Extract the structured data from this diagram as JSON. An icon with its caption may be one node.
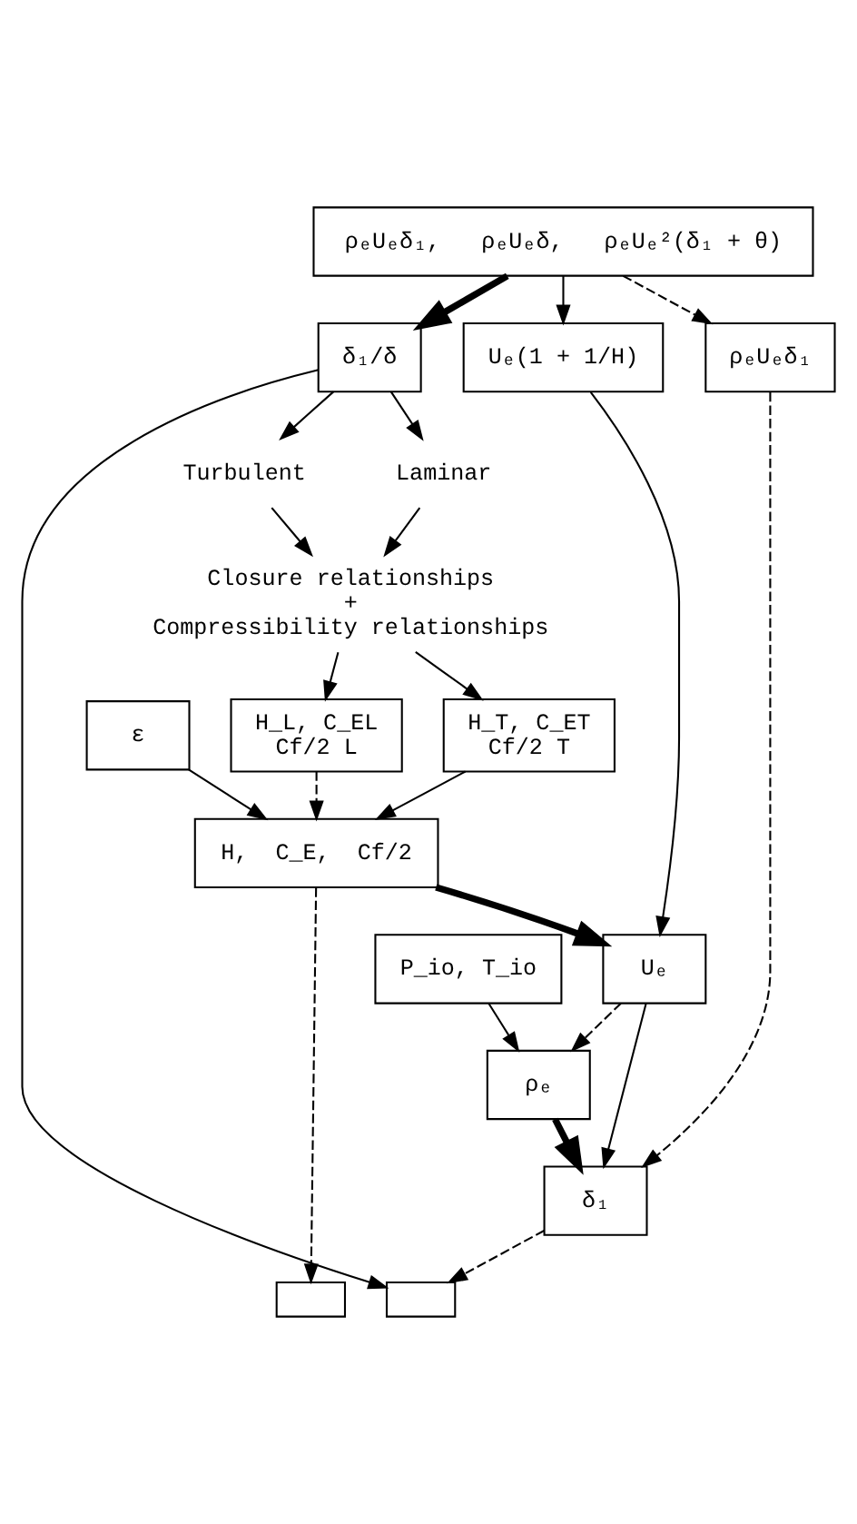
{
  "diagram": {
    "nodes": [
      {
        "text": [
          "ρₑUₑδ₁,   ρₑUₑδ,   ρₑUₑ²(δ₁ + θ)"
        ]
      },
      {
        "text": [
          "δ₁/δ"
        ]
      },
      {
        "text": [
          "Uₑ(1 + 1/H)"
        ]
      },
      {
        "text": [
          "ρₑUₑδ₁"
        ]
      },
      {
        "text": [
          "Laminar"
        ]
      },
      {
        "text": [
          "Turbulent"
        ]
      },
      {
        "text": [
          "Closure relationships + Compressibility relationships"
        ]
      },
      {
        "text": [
          "H_L, C_EL",
          "Cf/2 L"
        ]
      },
      {
        "text": [
          "H_T, C_ET",
          "Cf/2 T"
        ]
      },
      {
        "text": [
          "ε"
        ]
      },
      {
        "text": [
          "H,  C_E,  Cf/2"
        ]
      },
      {
        "text": [
          "Uₑ"
        ]
      },
      {
        "text": [
          "P_io, T_io"
        ]
      },
      {
        "text": [
          "ρₑ"
        ]
      },
      {
        "text": [
          "δ₁"
        ]
      },
      {
        "text": [],
        "shape": "box"
      },
      {
        "text": [],
        "shape": "box"
      }
    ],
    "edges": [
      {
        "from": 0,
        "to": 1,
        "arrow": "to",
        "style": "thick"
      },
      {
        "from": 0,
        "to": 2,
        "arrow": "to"
      },
      {
        "from": 0,
        "to": 3,
        "arrow": "to",
        "style": "dashed"
      },
      {
        "from": 1,
        "to": 4,
        "arrow": "to"
      },
      {
        "from": 1,
        "to": 5,
        "arrow": "to"
      },
      {
        "from": 1,
        "to": 16,
        "arrow": "to"
      },
      {
        "from": 2,
        "to": 11,
        "arrow": "to"
      },
      {
        "from": 3,
        "to": 14,
        "arrow": "to",
        "style": "dashed"
      },
      {
        "from": 4,
        "to": 6,
        "arrow": "to"
      },
      {
        "from": 5,
        "to": 6,
        "arrow": "to"
      },
      {
        "from": 6,
        "to": 7,
        "arrow": "to"
      },
      {
        "from": 6,
        "to": 8,
        "arrow": "to"
      },
      {
        "from": 7,
        "to": 10,
        "arrow": "to",
        "style": "dashed"
      },
      {
        "from": 8,
        "to": 10,
        "arrow": "to"
      },
      {
        "from": 9,
        "to": 10,
        "arrow": "to"
      },
      {
        "from": 10,
        "to": 11,
        "arrow": "to",
        "style": "thick"
      },
      {
        "from": 10,
        "to": 15,
        "arrow": "to",
        "style": "dashed"
      },
      {
        "from": 11,
        "to": 13,
        "arrow": "to",
        "style": "dashed"
      },
      {
        "from": 12,
        "to": 13,
        "arrow": "to"
      },
      {
        "from": 11,
        "to": 14,
        "arrow": "to"
      },
      {
        "from": 13,
        "to": 14,
        "arrow": "to",
        "style": "thick"
      },
      {
        "from": 14,
        "to": 16,
        "arrow": "to",
        "style": "dashed"
      }
    ]
  }
}
